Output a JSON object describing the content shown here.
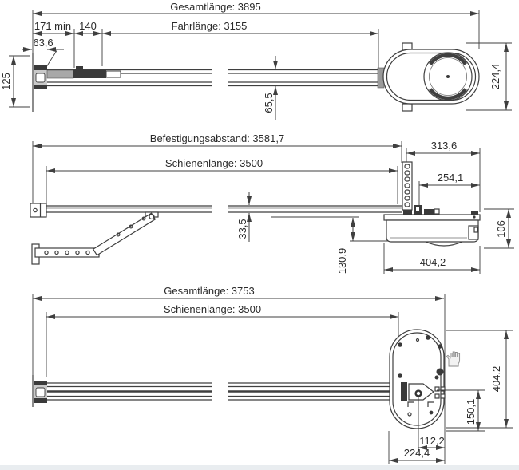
{
  "drawing": {
    "title": "garage-door-operator-dimension-drawing",
    "background": "#ffffff",
    "line_color": "#3f3f3f",
    "text_color": "#2b2b2b",
    "views": {
      "top": {
        "name": "top-view",
        "total_length": "Gesamtlänge: 3895",
        "travel_length": "Fahrlänge: 3155",
        "min_offset": "171 min",
        "carriage_offset": "140",
        "bracket_offset": "63,6",
        "end_plate_height": "125",
        "rail_width": "65,5",
        "head_width": "224,4"
      },
      "middle": {
        "name": "side-view",
        "mounting_distance": "Befestigungsabstand: 3581,7",
        "rail_length": "Schienenlänge: 3500",
        "head_rear_offset": "313,6",
        "head_mount_offset": "254,1",
        "rail_height": "33,5",
        "head_drop": "130,9",
        "head_length": "404,2",
        "head_height": "106"
      },
      "bottom": {
        "name": "bottom-view",
        "total_length": "Gesamtlänge: 3753",
        "rail_length": "Schienenlänge: 3500",
        "head_length": "404,2",
        "head_center_offset": "150,1",
        "pivot_offset": "112,2",
        "head_width": "224,4"
      }
    },
    "icons": {
      "hand_icon": "✋"
    }
  }
}
